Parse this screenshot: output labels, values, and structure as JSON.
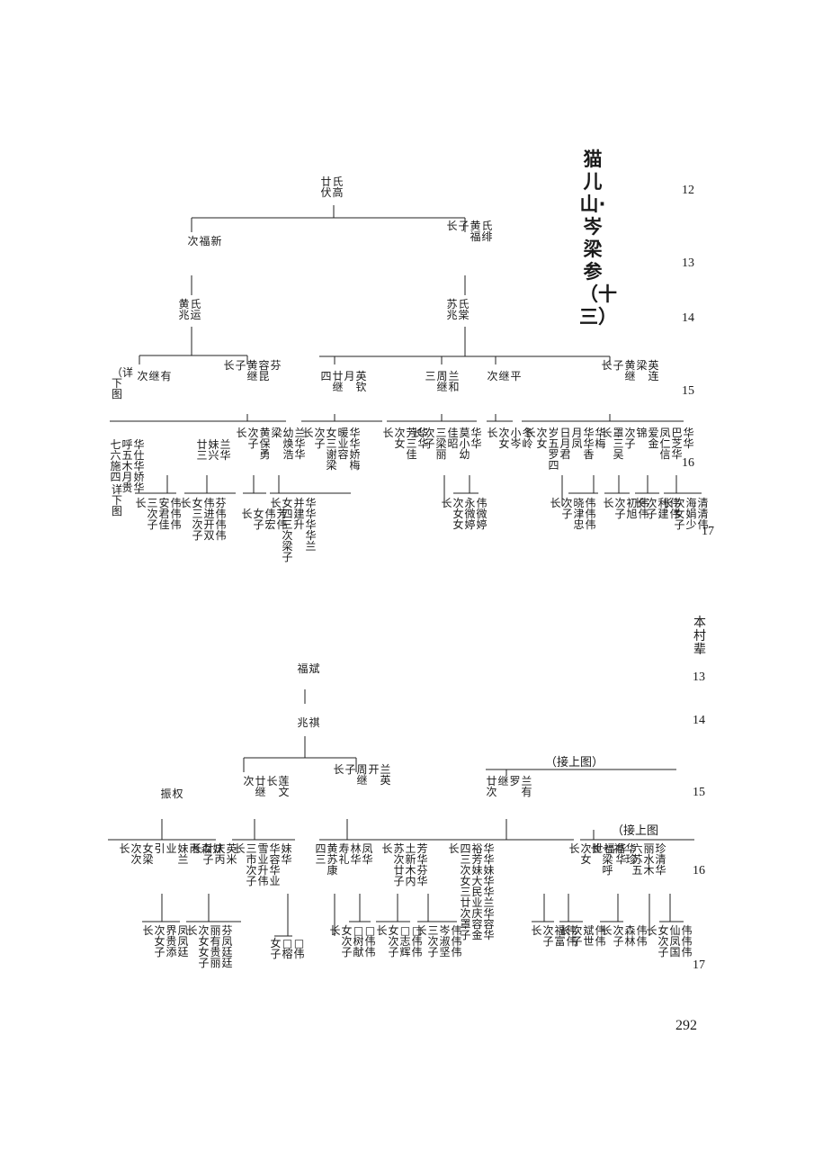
{
  "title": "猫儿山·岑梁参（十三）",
  "gen_numbers": [
    "12",
    "13",
    "14",
    "15",
    "16",
    "17",
    "13",
    "14",
    "15",
    "16",
    "17"
  ],
  "column_header": "本村辈",
  "notes": {
    "next_fig_a": "（详下图",
    "next_fig_b": "详下图",
    "from_above_a": "（接上图）",
    "from_above_b": "（接上图"
  },
  "page_number": "292",
  "top_tree": [
    {
      "text": "廿伏|氏高"
    },
    {
      "text": "次|福|新"
    },
    {
      "text": "黄兆|氏运"
    },
    {
      "text": "长|子|黄福|氏绯"
    },
    {
      "text": "苏兆|氏棠"
    },
    {
      "text": "次|继|有"
    },
    {
      "text": "长|子|黄继|容昆|芬"
    },
    {
      "text": "四|廿继|月|英钦"
    },
    {
      "text": "三|周继|兰和"
    },
    {
      "text": "次|继|平"
    },
    {
      "text": "长|子|黄继|梁|英连"
    },
    {
      "text": "七六施四|呼五木月贵|华仕华娇华"
    },
    {
      "text": "廿三|妹兴|兰华"
    },
    {
      "text": "长|次子|黄保勇|梁|幼焕浩|兰华华"
    },
    {
      "text": "长|次子|女三谢梁|暖业容|华华娇梅"
    },
    {
      "text": "长|次女|芳三佳|华华"
    },
    {
      "text": "长|次子|三梁丽|佳昭|莫小幼|华华"
    },
    {
      "text": "长|次女|小岑|冬岭"
    },
    {
      "text": "长|次女|岁五罗四|日月君|月凤|华华香|华梅"
    },
    {
      "text": "长|罩三吴|次子|锦|爱金|凤仁信|巴芝华|华华"
    },
    {
      "text": "长|三次子|安君佳|伟伟伟"
    },
    {
      "text": "长|女三次子|伟进开双|芬伟伟伟"
    },
    {
      "text": "长|女子|伟宏|芳伟"
    },
    {
      "text": "长|女四三次梁子|并建升|华华华华兰"
    },
    {
      "text": "长|次女女|永微婷|伟微婷"
    },
    {
      "text": "长|次子|晓津忠|伟伟伟"
    },
    {
      "text": "长|次子|初旭|伟伟"
    },
    {
      "text": "长|次子|利建|伟伟"
    },
    {
      "text": "长|次女子|海娟少|清清伟"
    }
  ],
  "bottom_tree": [
    {
      "text": "福|斌"
    },
    {
      "text": "兆|祺"
    },
    {
      "text": "次|廿继|长|莲文"
    },
    {
      "text": "长|子|周继|开|兰英"
    },
    {
      "text": "廿次|继|罗|兰有"
    },
    {
      "text": "振|权"
    },
    {
      "text": "长|次次|女梁|引|业|妹兰|丙|森|妹"
    },
    {
      "text": "长|廿子|庆丙|英米"
    },
    {
      "text": "长|三市次子|雪业升伟|华容华业|妹华"
    },
    {
      "text": "四三|黄苏康|寿礼|林华|凤华"
    },
    {
      "text": "长|苏次廿子|土新木内|芳华芬华"
    },
    {
      "text": "长|四三次女三廿次罩子|裕芳妹大民业庆容金|华华妹华华兰华容华"
    },
    {
      "text": "长|次女|世|福|华华"
    },
    {
      "text": "长|七梁呼|福|华珍"
    },
    {
      "text": "六苏五|丽水木|珍清华"
    },
    {
      "text": "长|次女子|界贵添|凤凤廷"
    },
    {
      "text": "长|次女女子|丽有贵丽|芬凤廷廷"
    },
    {
      "text": "女子|□榕|□伟"
    },
    {
      "text": "长|女次子|□树献|□伟伟"
    },
    {
      "text": "长|女次子|□志辉|□伟伟"
    },
    {
      "text": "长|三次子|岑淑坚|伟伟伟"
    },
    {
      "text": "长|次子|福富|伟伟"
    },
    {
      "text": "长|次子|斌世|伟伟"
    },
    {
      "text": "长|次子|森林|伟伟"
    },
    {
      "text": "长|女次子|仙凤国|伟伟伟"
    }
  ]
}
